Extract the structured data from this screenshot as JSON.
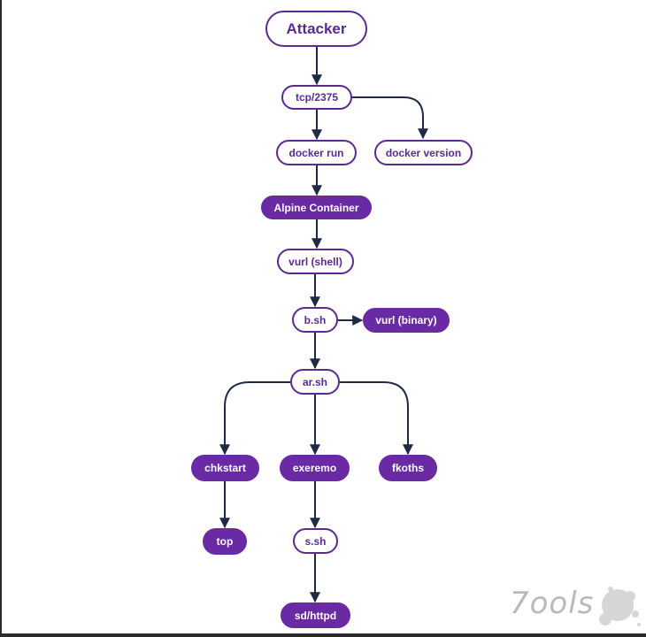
{
  "nodes": {
    "attacker": "Attacker",
    "tcp": "tcp/2375",
    "docker_run": "docker run",
    "docker_version": "docker version",
    "alpine": "Alpine Container",
    "vurl_shell": "vurl (shell)",
    "bsh": "b.sh",
    "vurl_binary": "vurl (binary)",
    "arsh": "ar.sh",
    "chkstart": "chkstart",
    "exeremo": "exeremo",
    "fkoths": "fkoths",
    "top": "top",
    "ssh": "s.sh",
    "sdhttpd": "sd/httpd"
  },
  "watermark": "7ools",
  "colors": {
    "accent": "#5b2a8f",
    "filled": "#6a2aa3",
    "edge": "#1f2a44"
  }
}
